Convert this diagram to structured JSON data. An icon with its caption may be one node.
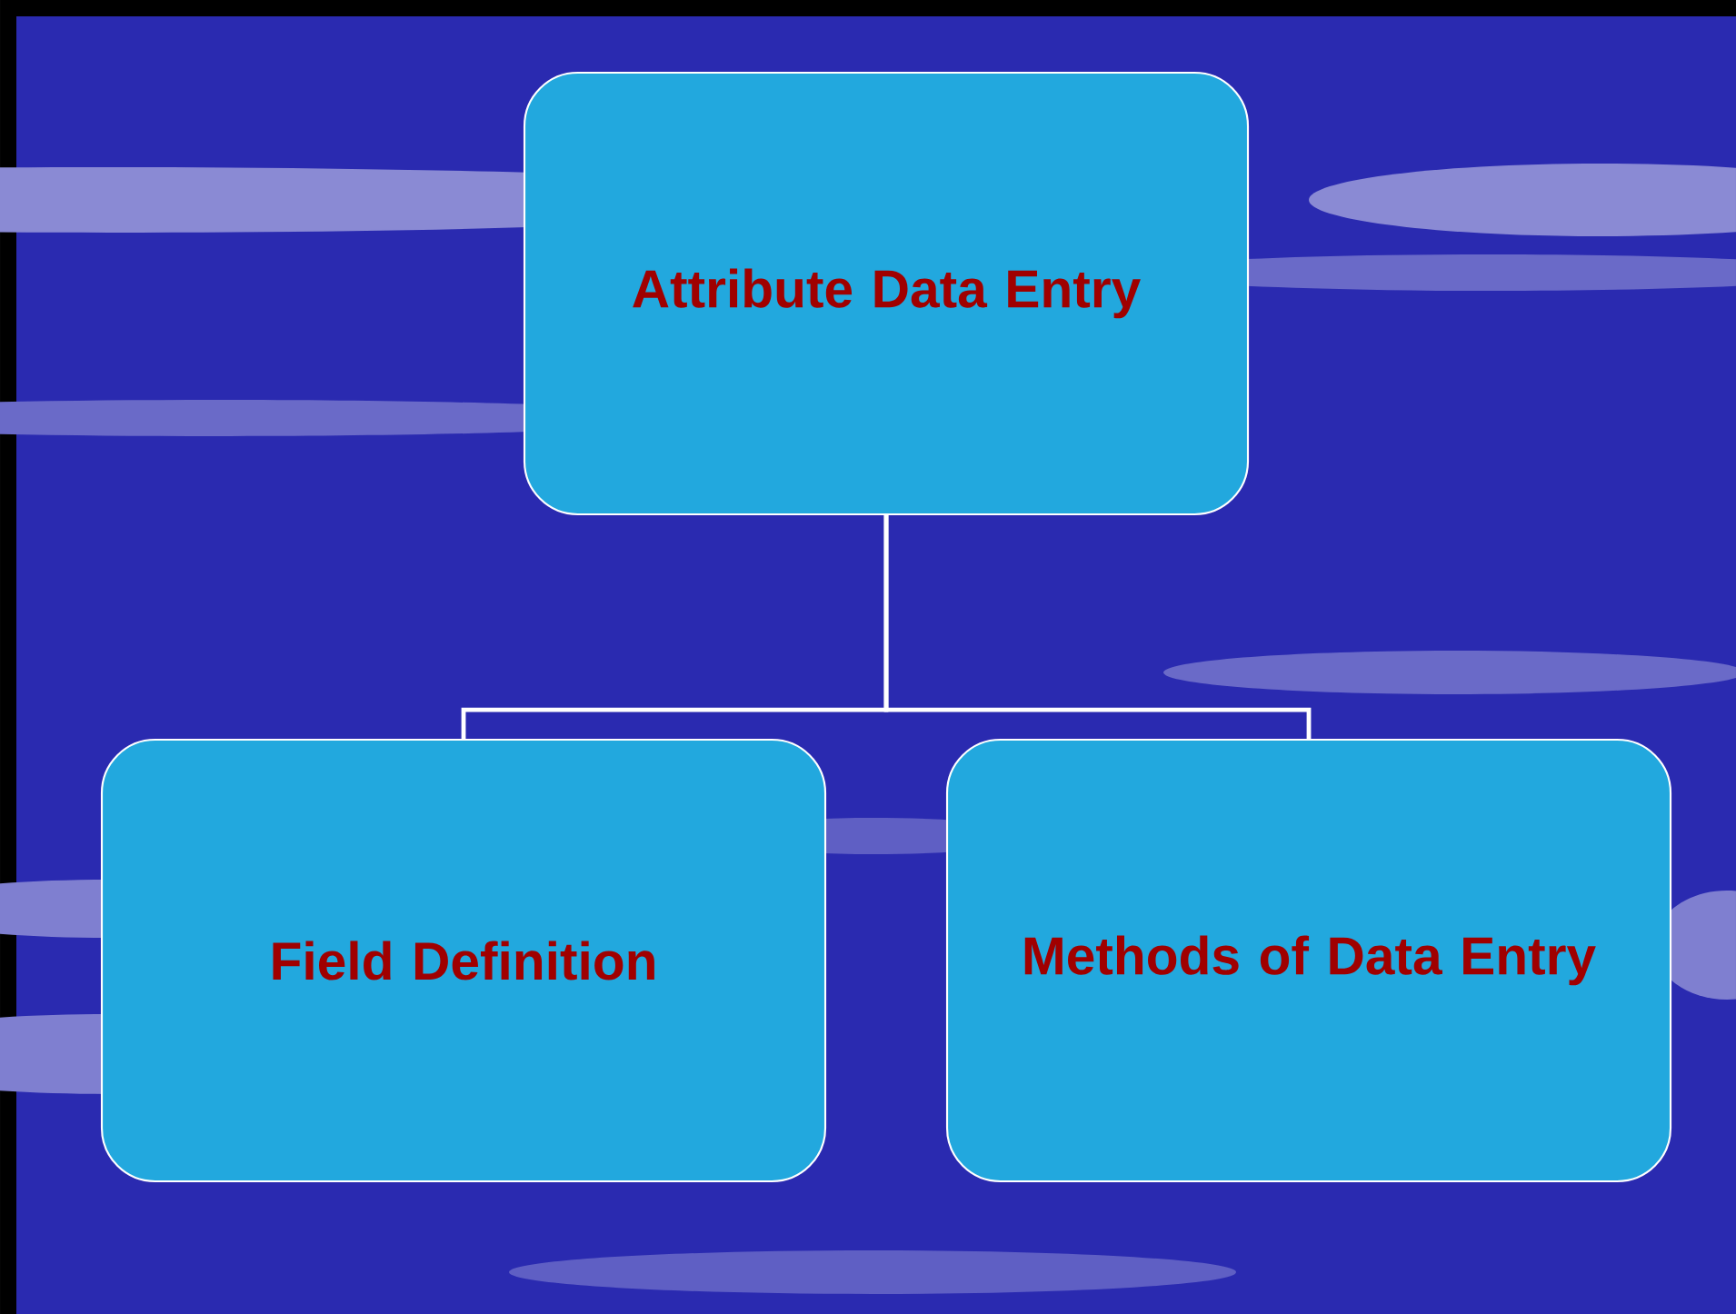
{
  "diagram": {
    "nodes": [
      {
        "text": [
          "Attribute Data Entry"
        ]
      },
      {
        "text": [
          "Field Definition"
        ]
      },
      {
        "text": [
          "Methods of Data Entry"
        ]
      }
    ],
    "edges": [
      {
        "from": 0,
        "to": 1,
        "arrow": "none"
      },
      {
        "from": 0,
        "to": 2,
        "arrow": "none"
      }
    ]
  }
}
